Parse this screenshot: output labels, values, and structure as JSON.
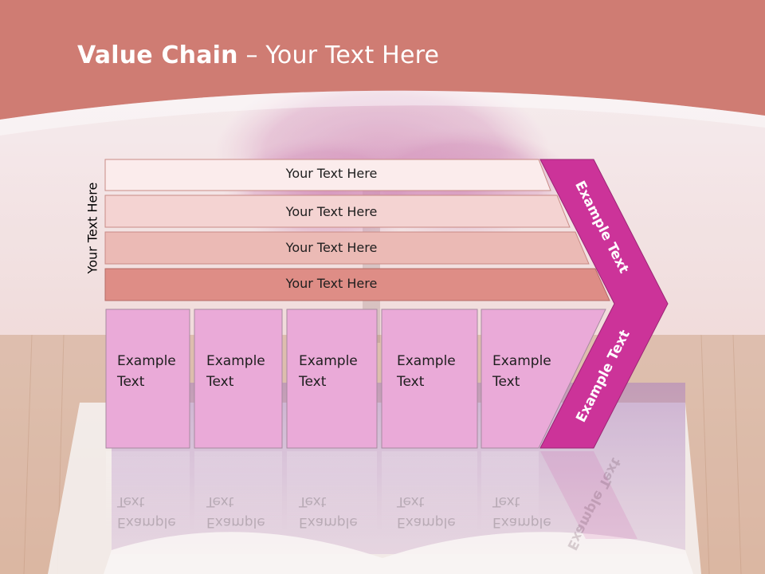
{
  "title": {
    "bold": "Value Chain",
    "rest": " – Your Text Here"
  },
  "side_label": "Your Text Here",
  "bars": [
    "Your Text Here",
    "Your Text Here",
    "Your Text Here",
    "Your Text Here"
  ],
  "boxes": [
    {
      "line1": "Example",
      "line2": "Text"
    },
    {
      "line1": "Example",
      "line2": "Text"
    },
    {
      "line1": "Example",
      "line2": "Text"
    },
    {
      "line1": "Example",
      "line2": "Text"
    },
    {
      "line1": "Example",
      "line2": "Text"
    }
  ],
  "chevron_top": "Example Text",
  "chevron_bottom": "Example Text",
  "colors": {
    "header": "#c96a60",
    "bar1": "#fbecec",
    "bar2": "#f4d3d2",
    "bar3": "#ebbab5",
    "bar4": "#de8d86",
    "box": "#eaaad8",
    "chevron": "#cc3399"
  }
}
